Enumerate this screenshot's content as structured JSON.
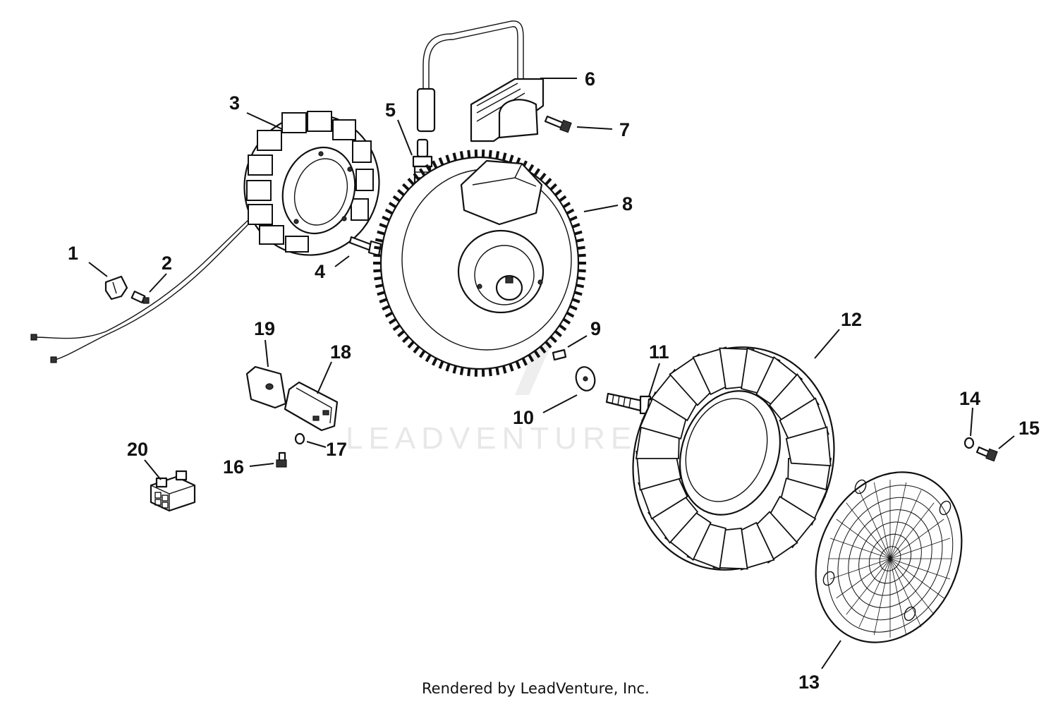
{
  "callouts": [
    {
      "id": "1",
      "label": "1"
    },
    {
      "id": "2",
      "label": "2"
    },
    {
      "id": "3",
      "label": "3"
    },
    {
      "id": "4",
      "label": "4"
    },
    {
      "id": "5",
      "label": "5"
    },
    {
      "id": "6",
      "label": "6"
    },
    {
      "id": "7",
      "label": "7"
    },
    {
      "id": "8",
      "label": "8"
    },
    {
      "id": "9",
      "label": "9"
    },
    {
      "id": "10",
      "label": "10"
    },
    {
      "id": "11",
      "label": "11"
    },
    {
      "id": "12",
      "label": "12"
    },
    {
      "id": "13",
      "label": "13"
    },
    {
      "id": "14",
      "label": "14"
    },
    {
      "id": "15",
      "label": "15"
    },
    {
      "id": "16",
      "label": "16"
    },
    {
      "id": "17",
      "label": "17"
    },
    {
      "id": "18",
      "label": "18"
    },
    {
      "id": "19",
      "label": "19"
    },
    {
      "id": "20",
      "label": "20"
    }
  ],
  "watermark": "LEADVENTURE",
  "footer": "Rendered by LeadVenture, Inc.",
  "colors": {
    "ink": "#111111",
    "background": "#ffffff",
    "watermark": "#e8e8e8"
  }
}
